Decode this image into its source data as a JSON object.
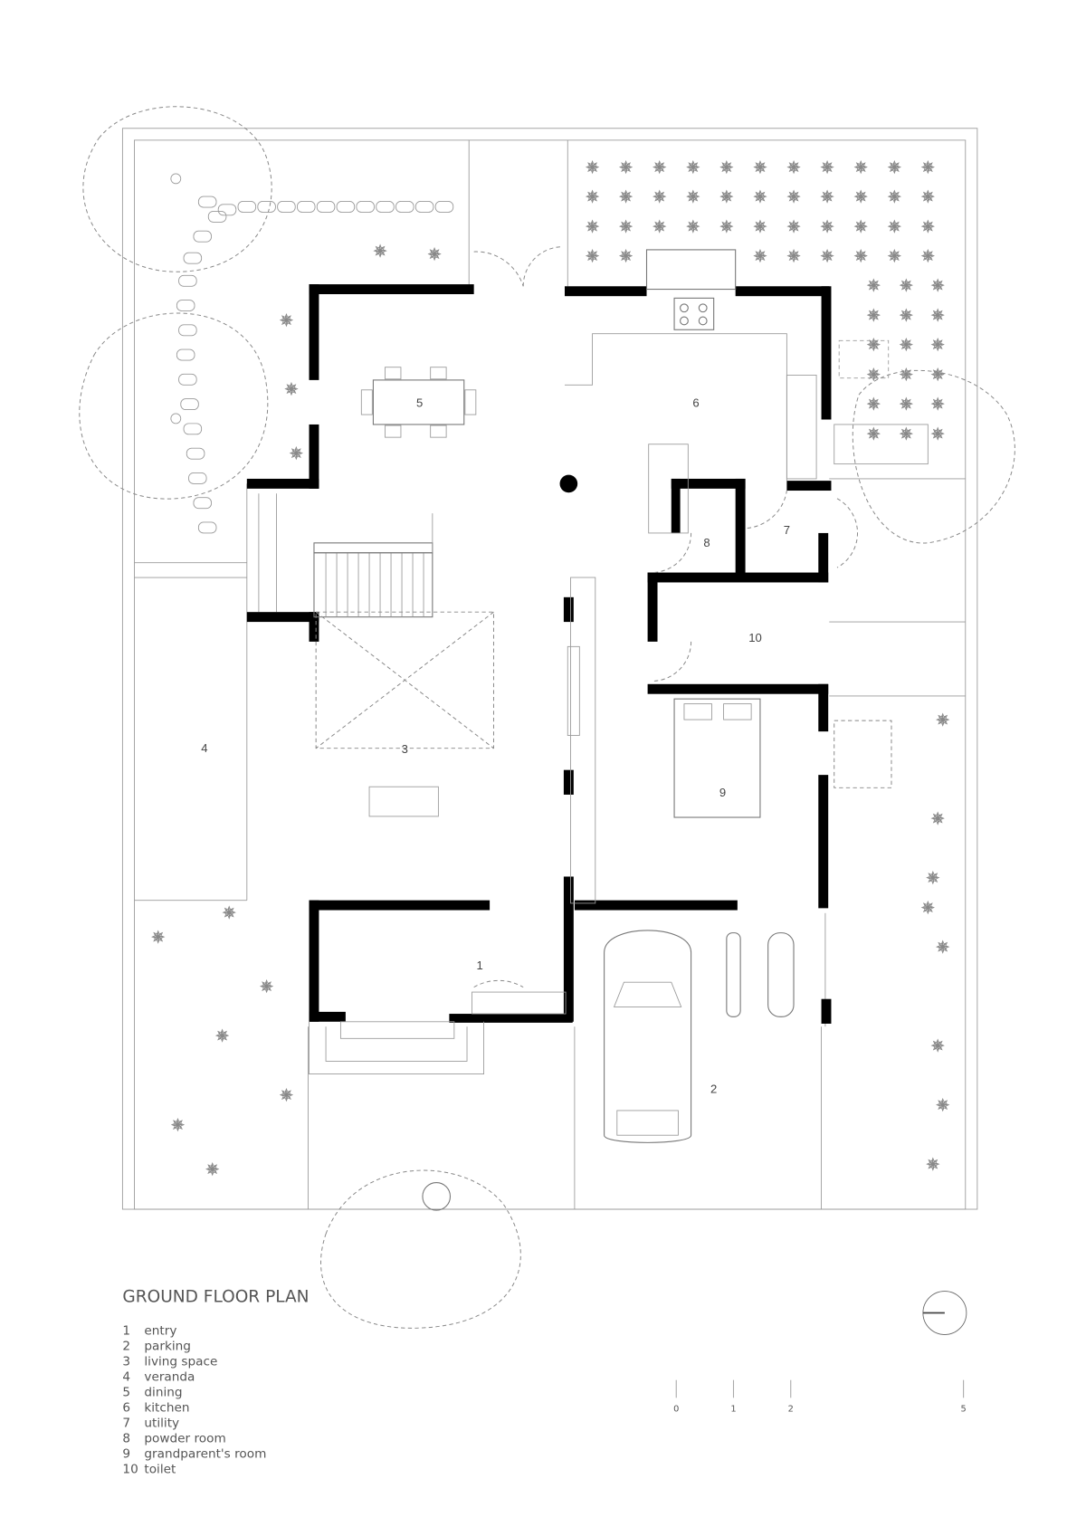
{
  "title": "GROUND FLOOR PLAN",
  "rooms": [
    {
      "num": "1",
      "name": "entry"
    },
    {
      "num": "2",
      "name": "parking"
    },
    {
      "num": "3",
      "name": "living space"
    },
    {
      "num": "4",
      "name": "veranda"
    },
    {
      "num": "5",
      "name": "dining"
    },
    {
      "num": "6",
      "name": "kitchen"
    },
    {
      "num": "7",
      "name": "utility"
    },
    {
      "num": "8",
      "name": "powder room"
    },
    {
      "num": "9",
      "name": "grandparent's room"
    },
    {
      "num": "10",
      "name": "toilet"
    }
  ],
  "scale_bar": {
    "ticks": [
      "0",
      "1",
      "2",
      "5"
    ]
  },
  "north_arrow": "north-arrow-icon"
}
